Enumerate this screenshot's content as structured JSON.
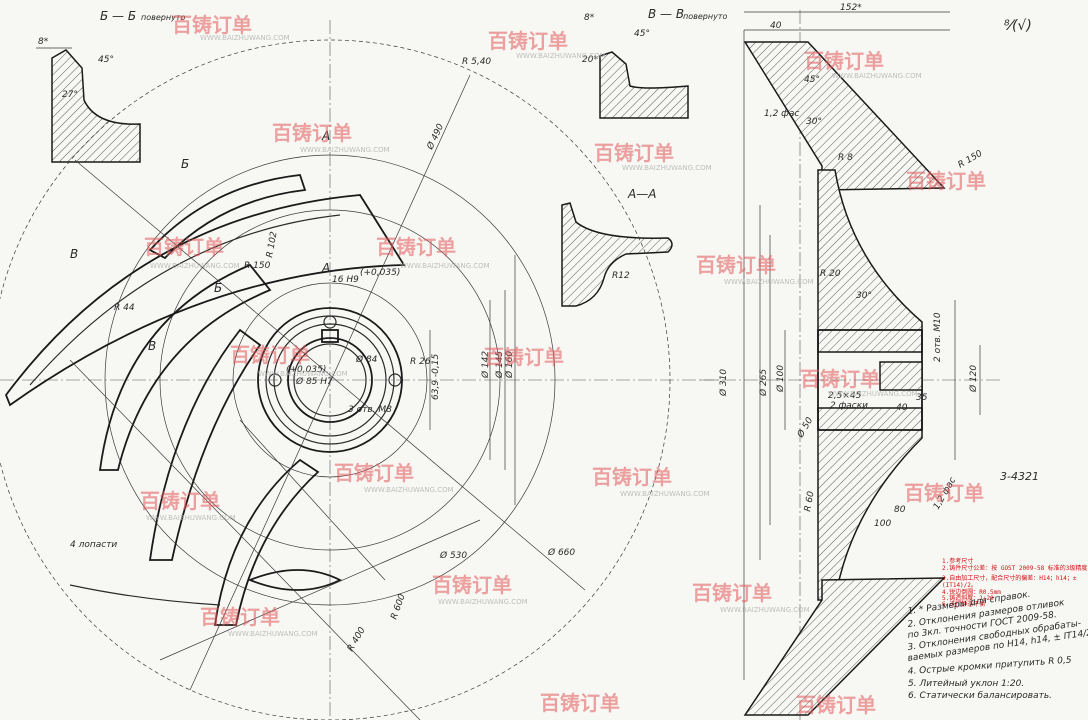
{
  "sections": {
    "b_b": {
      "title": "Б — Б",
      "sub": "повернуто",
      "dims": [
        "8*",
        "45°",
        "27°"
      ]
    },
    "v_v": {
      "title": "В — В",
      "sub": "повернуто",
      "dims": [
        "8*",
        "20*",
        "45°"
      ]
    },
    "a_a": {
      "title": "А—А",
      "dims": [
        "R12"
      ]
    }
  },
  "surface_mark": "⁸⁄(√)",
  "handwritten_mark": "3-4321",
  "main_view": {
    "labels": [
      "А",
      "А",
      "Б",
      "Б",
      "В",
      "В",
      "4 лопасти"
    ],
    "dims": [
      "Ø 490",
      "Ø 142",
      "Ø 145",
      "Ø 160",
      "Ø 530",
      "Ø 660",
      "R 150",
      "R 102",
      "R 44",
      "R 600",
      "R 400",
      "R 5,40",
      "16 H9",
      "(+0,035)",
      "63,9 -0,15",
      "Ø 85 H7",
      "(+0,035)",
      "Ø 84",
      "R 26",
      "3 отв. M8"
    ]
  },
  "side_view": {
    "dims": [
      "40",
      "152*",
      "45°",
      "1,2 фас",
      "30°",
      "R 8",
      "R 150",
      "R 20",
      "30°",
      "Ø 310",
      "Ø 265",
      "Ø 100",
      "Ø 120",
      "2 отв. M10",
      "2,5×45",
      "2 фаски",
      "35",
      "40",
      "Ø 50",
      "R 60",
      "100",
      "80",
      "1,2 фас"
    ]
  },
  "red_notes": [
    "1.参考尺寸",
    "2.铸件尺寸公差：按 GOST 2009-58 标准的3级精度",
    "3.自由加工尺寸，配合尺寸的偏差：H14；h14；±",
    "   (IT14)/2。",
    "4.锐边倒圆：R0.5mm",
    "5.铸造斜度：1:20",
    "6.进行静态平衡"
  ],
  "notes": [
    "1. * Размеры для справок.",
    "2. Отклонения размеров отливок",
    "   по 3кл. точности ГОСТ 2009-58.",
    "3. Отклонения свободных обрабаты-",
    "   ваемых размеров по H14, h14, ± IT14/2;",
    "4. Острые кромки притупить R 0,5",
    "5. Литейный уклон 1:20.",
    "6. Статически балансировать."
  ],
  "watermark": {
    "logo": "百铸订单",
    "url": "WWW.BAIZHUWANG.COM"
  },
  "colors": {
    "paper": "#f7f7f4",
    "ink": "#1a1a1a",
    "watermark": "#e25a5a",
    "note_red": "#d01010"
  }
}
